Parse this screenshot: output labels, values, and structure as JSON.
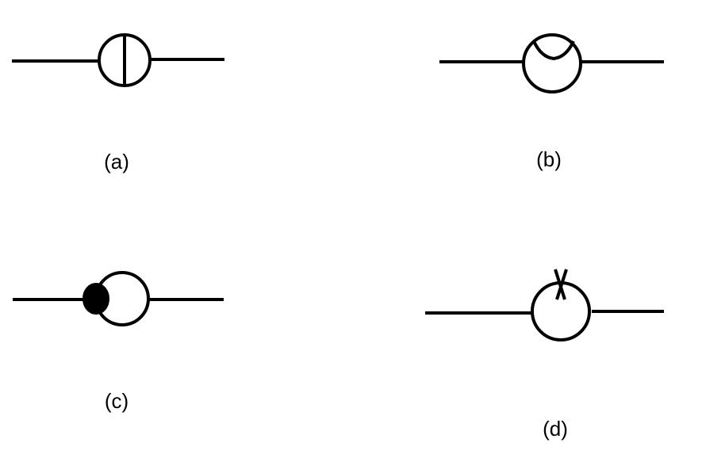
{
  "diagram": {
    "symbols": [
      {
        "id": "a",
        "label": "(a)",
        "glyph": "circle-with-vertical-bar"
      },
      {
        "id": "b",
        "label": "(b)",
        "glyph": "circle-with-top-notch"
      },
      {
        "id": "c",
        "label": "(c)",
        "glyph": "circle-with-filled-left-dot"
      },
      {
        "id": "d",
        "label": "(d)",
        "glyph": "circle-with-cross-on-top"
      }
    ]
  }
}
